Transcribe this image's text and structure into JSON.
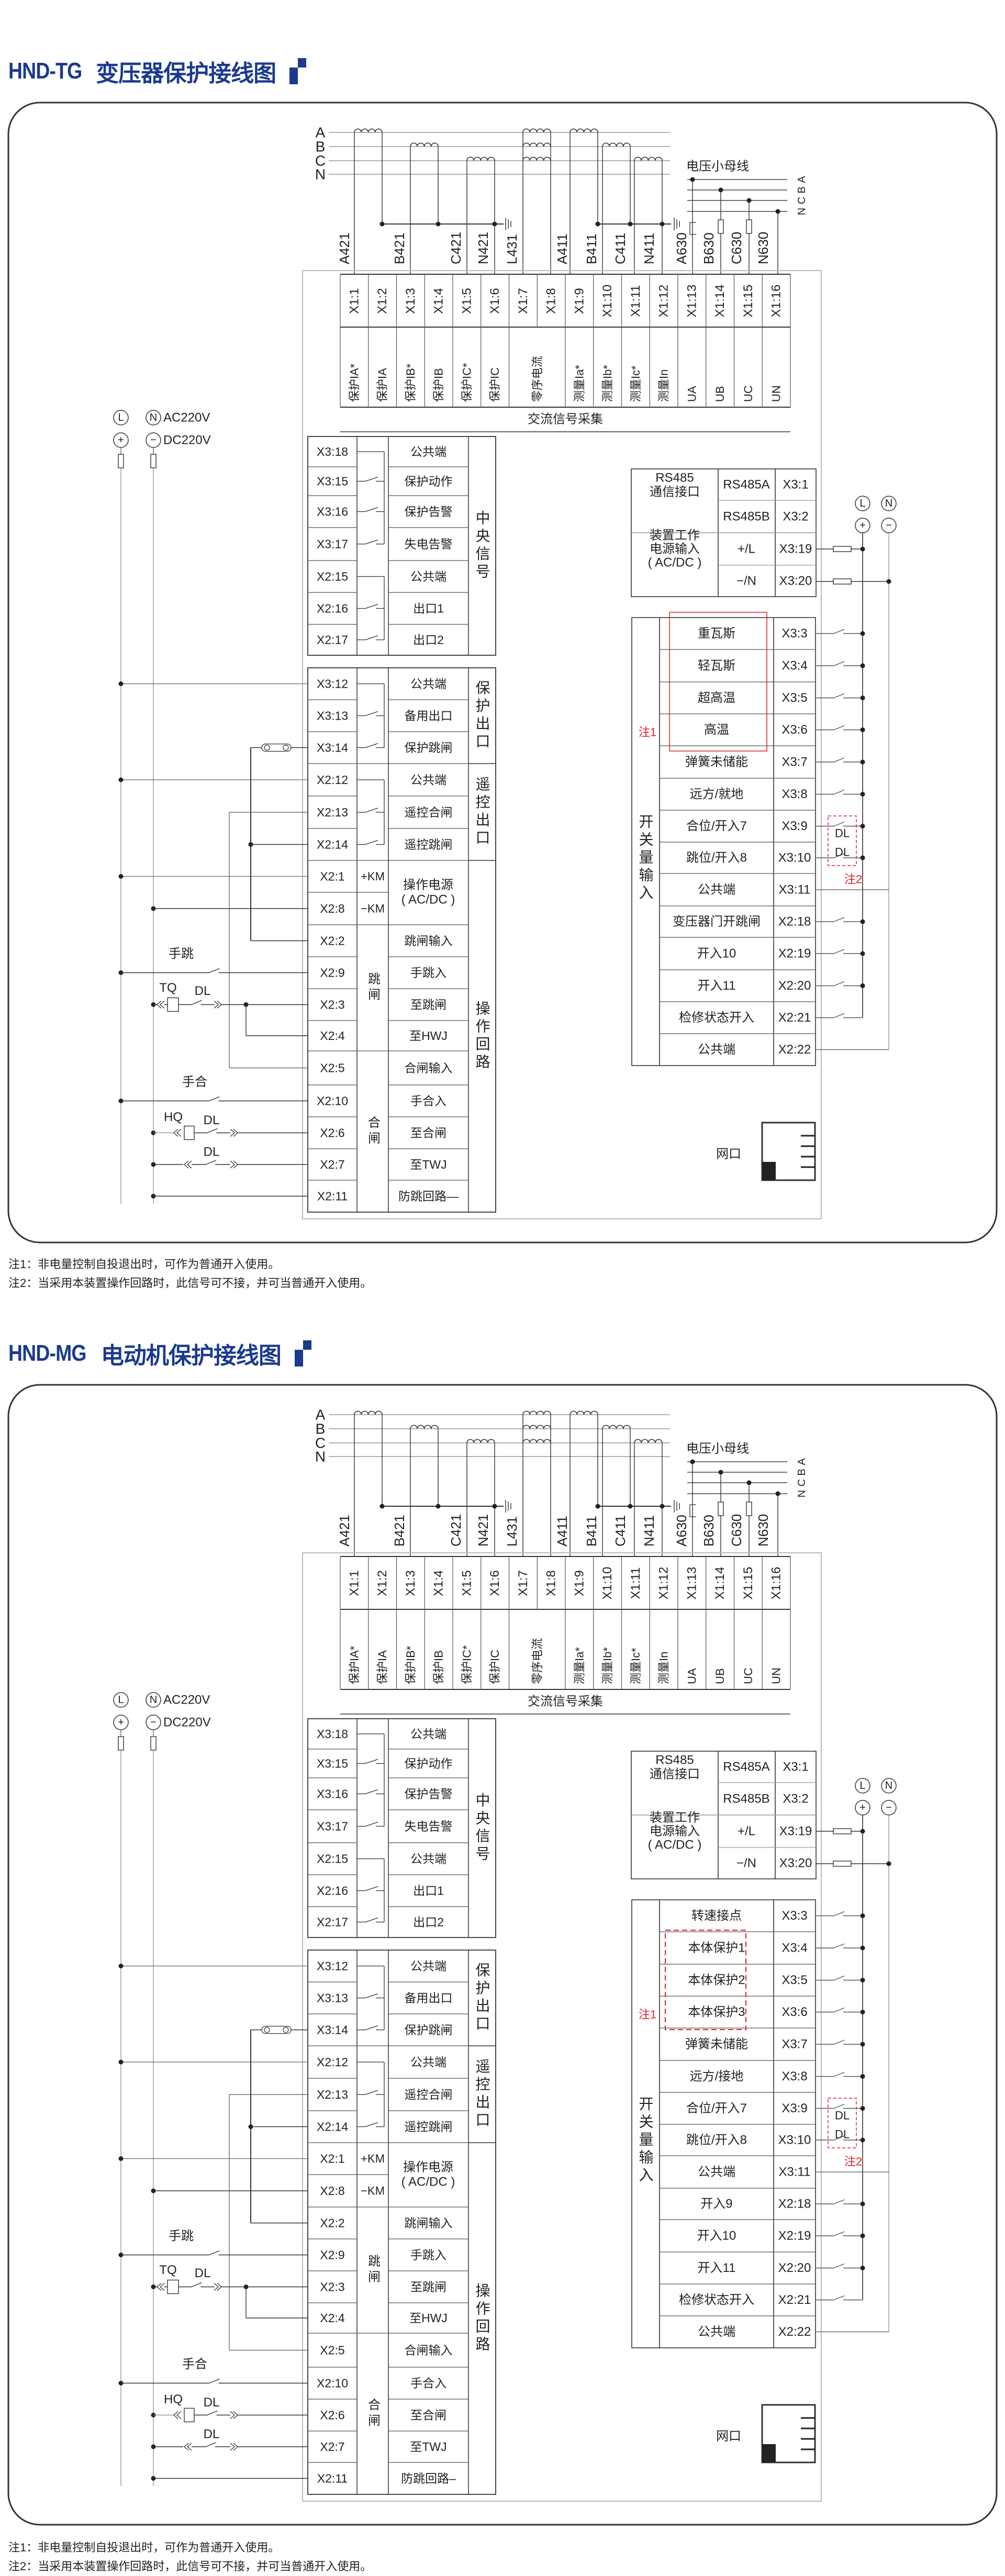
{
  "colors": {
    "title": "#1b3a8e",
    "annotation": "#e0202a",
    "line": "#333333"
  },
  "diagrams": [
    {
      "title_code": "HND-TG",
      "title_name": "变压器保护接线图",
      "phases": [
        "A",
        "B",
        "C",
        "N"
      ],
      "bus_label": "电压小母线",
      "bus_phases": [
        "A",
        "B",
        "C",
        "N"
      ],
      "wire_labels": [
        "A421",
        "B421",
        "C421",
        "N421",
        "L431",
        "A411",
        "B411",
        "C411",
        "N411",
        "A630",
        "B630",
        "C630",
        "N630"
      ],
      "x1_terminals": [
        "X1:1",
        "X1:2",
        "X1:3",
        "X1:4",
        "X1:5",
        "X1:6",
        "X1:7",
        "X1:8",
        "X1:9",
        "X1:10",
        "X1:11",
        "X1:12",
        "X1:13",
        "X1:14",
        "X1:15",
        "X1:16"
      ],
      "x1_signals": [
        "保护IA*",
        "保护IA",
        "保护IB*",
        "保护IB",
        "保护IC*",
        "保护IC",
        "零序电流",
        "测量Ia*",
        "测量Ib*",
        "测量Ic*",
        "测量In",
        "UA",
        "UB",
        "UC",
        "UN"
      ],
      "ac_group_label": "交流信号采集",
      "power_supply": {
        "L": "L",
        "N": "N",
        "ac": "AC220V",
        "plus": "+",
        "minus": "−",
        "dc": "DC220V"
      },
      "left_rows": [
        {
          "term": "X3:18",
          "label": "公共端"
        },
        {
          "term": "X3:15",
          "label": "保护动作"
        },
        {
          "term": "X3:16",
          "label": "保护告警"
        },
        {
          "term": "X3:17",
          "label": "失电告警"
        },
        {
          "term": "X2:15",
          "label": "公共端"
        },
        {
          "term": "X2:16",
          "label": "出口1"
        },
        {
          "term": "X2:17",
          "label": "出口2"
        },
        {
          "term": "X3:12",
          "label": "公共端"
        },
        {
          "term": "X3:13",
          "label": "备用出口"
        },
        {
          "term": "X3:14",
          "label": "保护跳闸"
        },
        {
          "term": "X2:12",
          "label": "公共端"
        },
        {
          "term": "X2:13",
          "label": "遥控合闸"
        },
        {
          "term": "X2:14",
          "label": "遥控跳闸"
        },
        {
          "term": "X2:1",
          "label": ""
        },
        {
          "term": "X2:8",
          "label": ""
        },
        {
          "term": "X2:2",
          "label": "跳闸输入"
        },
        {
          "term": "X2:9",
          "label": "手跳入"
        },
        {
          "term": "X2:3",
          "label": "至跳闸"
        },
        {
          "term": "X2:4",
          "label": "至HWJ"
        },
        {
          "term": "X2:5",
          "label": "合闸输入"
        },
        {
          "term": "X2:10",
          "label": "手合入"
        },
        {
          "term": "X2:6",
          "label": "至合闸"
        },
        {
          "term": "X2:7",
          "label": "至TWJ"
        },
        {
          "term": "X2:11",
          "label": "防跳回路—"
        }
      ],
      "left_groups": {
        "central": "中央信号",
        "prot_out": "保护出口",
        "remote_out": "遥控出口",
        "op_circuit": "操作回路",
        "trip": "跳闸",
        "close": "合闸",
        "km_plus": "+KM",
        "km_minus": "−KM",
        "op_power": [
          "操作电源",
          "( AC/DC )"
        ]
      },
      "comm": {
        "title_lines": [
          "RS485",
          "通信接口"
        ],
        "rows": [
          {
            "sig": "RS485A",
            "term": "X3:1"
          },
          {
            "sig": "RS485B",
            "term": "X3:2"
          }
        ],
        "power_lines": [
          "装置工作",
          "电源输入",
          "( AC/DC )"
        ],
        "power_rows": [
          {
            "sig": "+/L",
            "term": "X3:19"
          },
          {
            "sig": "−/N",
            "term": "X3:20"
          }
        ]
      },
      "switch_inputs": {
        "group_label": "开关量输入",
        "rows": [
          {
            "label": "重瓦斯",
            "term": "X3:3"
          },
          {
            "label": "轻瓦斯",
            "term": "X3:4"
          },
          {
            "label": "超高温",
            "term": "X3:5"
          },
          {
            "label": "高温",
            "term": "X3:6"
          },
          {
            "label": "弹簧未储能",
            "term": "X3:7"
          },
          {
            "label": "远方/就地",
            "term": "X3:8"
          },
          {
            "label": "合位/开入7",
            "term": "X3:9"
          },
          {
            "label": "跳位/开入8",
            "term": "X3:10"
          },
          {
            "label": "公共端",
            "term": "X3:11"
          },
          {
            "label": "变压器门开跳闸",
            "term": "X2:18"
          },
          {
            "label": "开入10",
            "term": "X2:19"
          },
          {
            "label": "开入11",
            "term": "X2:20"
          },
          {
            "label": "检修状态开入",
            "term": "X2:21"
          },
          {
            "label": "公共端",
            "term": "X2:22"
          }
        ]
      },
      "right_bus": {
        "L": "L",
        "N": "N",
        "plus": "+",
        "minus": "−"
      },
      "annotations": {
        "note1": "注1",
        "note2": "注2",
        "dl": "DL"
      },
      "circuit": {
        "manual_trip": "手跳",
        "tq": "TQ",
        "dl": "DL",
        "manual_close": "手合",
        "hq": "HQ"
      },
      "network_port": "网口",
      "notes": [
        "注1：非电量控制自投退出时，可作为普通开入使用。",
        "注2：当采用本装置操作回路时，此信号可不接，并可当普通开入使用。"
      ]
    },
    {
      "title_code": "HND-MG",
      "title_name": "电动机保护接线图",
      "phases": [
        "A",
        "B",
        "C",
        "N"
      ],
      "bus_label": "电压小母线",
      "bus_phases": [
        "A",
        "B",
        "C",
        "N"
      ],
      "wire_labels": [
        "A421",
        "B421",
        "C421",
        "N421",
        "L431",
        "A411",
        "B411",
        "C411",
        "N411",
        "A630",
        "B630",
        "C630",
        "N630"
      ],
      "x1_terminals": [
        "X1:1",
        "X1:2",
        "X1:3",
        "X1:4",
        "X1:5",
        "X1:6",
        "X1:7",
        "X1:8",
        "X1:9",
        "X1:10",
        "X1:11",
        "X1:12",
        "X1:13",
        "X1:14",
        "X1:15",
        "X1:16"
      ],
      "x1_signals": [
        "保护IA*",
        "保护IA",
        "保护IB*",
        "保护IB",
        "保护IC*",
        "保护IC",
        "零序电流",
        "测量Ia*",
        "测量Ib*",
        "测量Ic*",
        "测量In",
        "UA",
        "UB",
        "UC",
        "UN"
      ],
      "ac_group_label": "交流信号采集",
      "power_supply": {
        "L": "L",
        "N": "N",
        "ac": "AC220V",
        "plus": "+",
        "minus": "−",
        "dc": "DC220V"
      },
      "left_rows": [
        {
          "term": "X3:18",
          "label": "公共端"
        },
        {
          "term": "X3:15",
          "label": "保护动作"
        },
        {
          "term": "X3:16",
          "label": "保护告警"
        },
        {
          "term": "X3:17",
          "label": "失电告警"
        },
        {
          "term": "X2:15",
          "label": "公共端"
        },
        {
          "term": "X2:16",
          "label": "出口1"
        },
        {
          "term": "X2:17",
          "label": "出口2"
        },
        {
          "term": "X3:12",
          "label": "公共端"
        },
        {
          "term": "X3:13",
          "label": "备用出口"
        },
        {
          "term": "X3:14",
          "label": "保护跳闸"
        },
        {
          "term": "X2:12",
          "label": "公共端"
        },
        {
          "term": "X2:13",
          "label": "遥控合闸"
        },
        {
          "term": "X2:14",
          "label": "遥控跳闸"
        },
        {
          "term": "X2:1",
          "label": ""
        },
        {
          "term": "X2:8",
          "label": ""
        },
        {
          "term": "X2:2",
          "label": "跳闸输入"
        },
        {
          "term": "X2:9",
          "label": "手跳入"
        },
        {
          "term": "X2:3",
          "label": "至跳闸"
        },
        {
          "term": "X2:4",
          "label": "至HWJ"
        },
        {
          "term": "X2:5",
          "label": "合闸输入"
        },
        {
          "term": "X2:10",
          "label": "手合入"
        },
        {
          "term": "X2:6",
          "label": "至合闸"
        },
        {
          "term": "X2:7",
          "label": "至TWJ"
        },
        {
          "term": "X2:11",
          "label": "防跳回路–"
        }
      ],
      "left_groups": {
        "central": "中央信号",
        "prot_out": "保护出口",
        "remote_out": "遥控出口",
        "op_circuit": "操作回路",
        "trip": "跳闸",
        "close": "合闸",
        "km_plus": "+KM",
        "km_minus": "−KM",
        "op_power": [
          "操作电源",
          "( AC/DC )"
        ]
      },
      "comm": {
        "title_lines": [
          "RS485",
          "通信接口"
        ],
        "rows": [
          {
            "sig": "RS485A",
            "term": "X3:1"
          },
          {
            "sig": "RS485B",
            "term": "X3:2"
          }
        ],
        "power_lines": [
          "装置工作",
          "电源输入",
          "( AC/DC )"
        ],
        "power_rows": [
          {
            "sig": "+/L",
            "term": "X3:19"
          },
          {
            "sig": "−/N",
            "term": "X3:20"
          }
        ]
      },
      "switch_inputs": {
        "group_label": "开关量输入",
        "rows": [
          {
            "label": "转速接点",
            "term": "X3:3"
          },
          {
            "label": "本体保护1",
            "term": "X3:4"
          },
          {
            "label": "本体保护2",
            "term": "X3:5"
          },
          {
            "label": "本体保护3",
            "term": "X3:6"
          },
          {
            "label": "弹簧未储能",
            "term": "X3:7"
          },
          {
            "label": "远方/接地",
            "term": "X3:8"
          },
          {
            "label": "合位/开入7",
            "term": "X3:9"
          },
          {
            "label": "跳位/开入8",
            "term": "X3:10"
          },
          {
            "label": "公共端",
            "term": "X3:11"
          },
          {
            "label": "开入9",
            "term": "X2:18"
          },
          {
            "label": "开入10",
            "term": "X2:19"
          },
          {
            "label": "开入11",
            "term": "X2:20"
          },
          {
            "label": "检修状态开入",
            "term": "X2:21"
          },
          {
            "label": "公共端",
            "term": "X2:22"
          }
        ]
      },
      "right_bus": {
        "L": "L",
        "N": "N",
        "plus": "+",
        "minus": "−"
      },
      "annotations": {
        "note1": "注1",
        "note2": "注2",
        "dl": "DL"
      },
      "circuit": {
        "manual_trip": "手跳",
        "tq": "TQ",
        "dl": "DL",
        "manual_close": "手合",
        "hq": "HQ"
      },
      "network_port": "网口",
      "notes": [
        "注1：非电量控制自投退出时，可作为普通开入使用。",
        "注2：当采用本装置操作回路时，此信号可不接，并可当普通开入使用。"
      ]
    }
  ]
}
